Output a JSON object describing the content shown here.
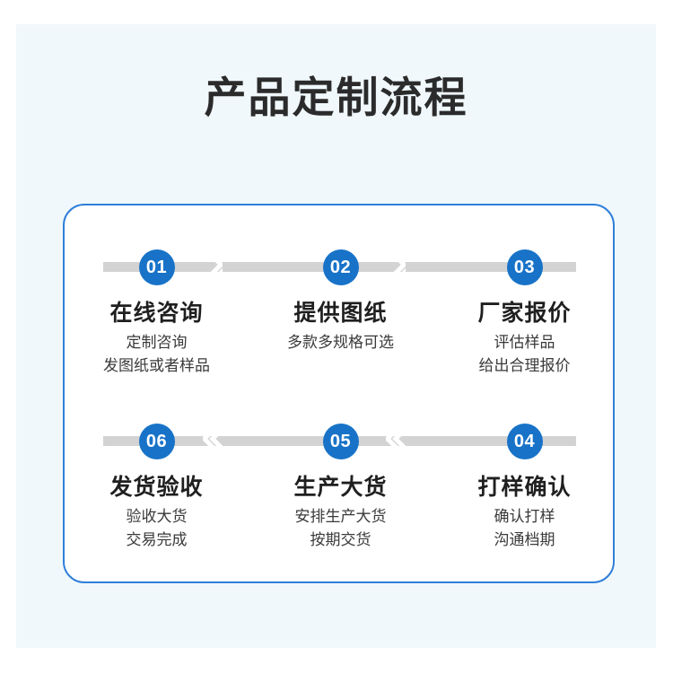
{
  "page": {
    "title": "产品定制流程",
    "background_color": "#f0f8fc",
    "card_border_color": "#2f7fd8",
    "badge_color": "#1873c8",
    "rail_color": "#d3d3d3"
  },
  "flow": {
    "rows": [
      {
        "direction": "right",
        "steps": [
          {
            "number": "01",
            "name": "在线咨询",
            "desc": [
              "定制咨询",
              "发图纸或者样品"
            ]
          },
          {
            "number": "02",
            "name": "提供图纸",
            "desc": [
              "多款多规格可选"
            ]
          },
          {
            "number": "03",
            "name": "厂家报价",
            "desc": [
              "评估样品",
              "给出合理报价"
            ]
          }
        ]
      },
      {
        "direction": "left",
        "steps": [
          {
            "number": "06",
            "name": "发货验收",
            "desc": [
              "验收大货",
              "交易完成"
            ]
          },
          {
            "number": "05",
            "name": "生产大货",
            "desc": [
              "安排生产大货",
              "按期交货"
            ]
          },
          {
            "number": "04",
            "name": "打样确认",
            "desc": [
              "确认打样",
              "沟通档期"
            ]
          }
        ]
      }
    ]
  }
}
